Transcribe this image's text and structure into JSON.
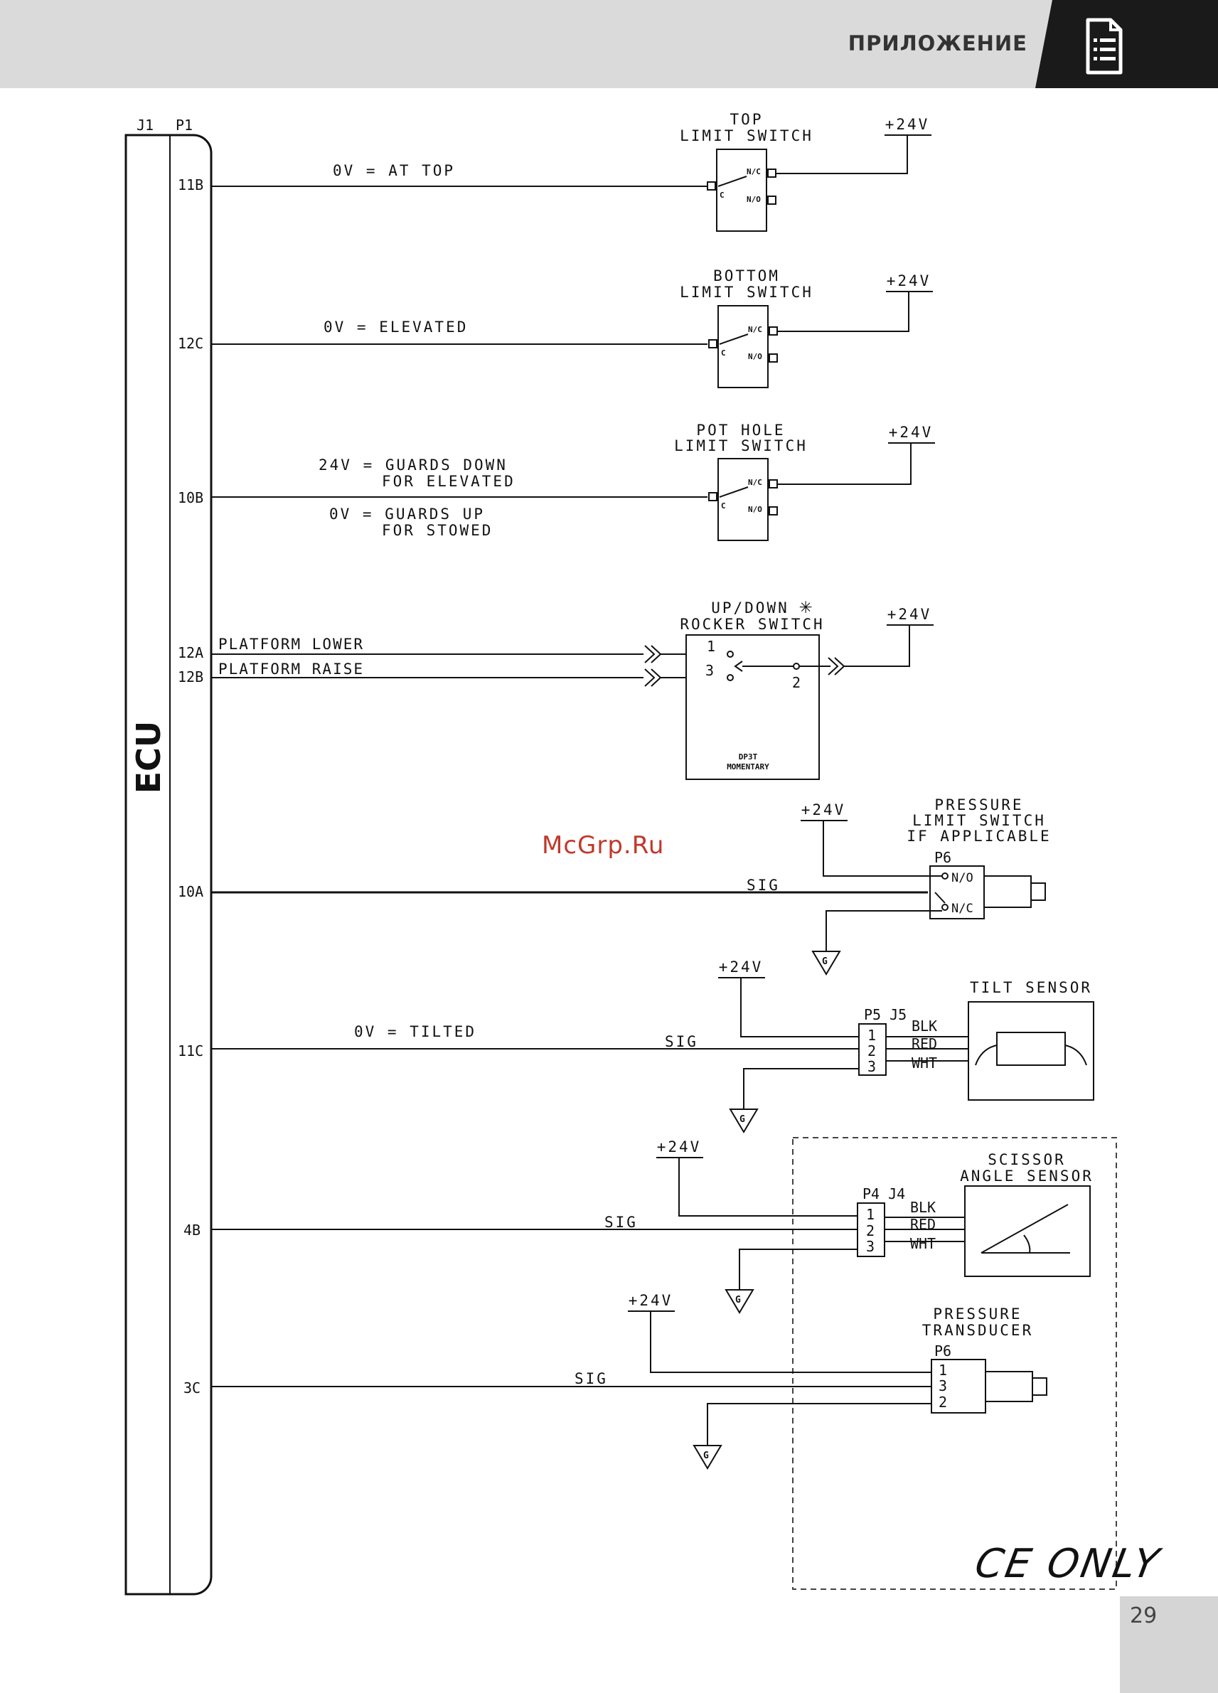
{
  "header": {
    "title": "ПРИЛОЖЕНИЕ",
    "icon": "document-list-icon"
  },
  "page_number": "29",
  "watermark": "McGrp.Ru",
  "connectors": {
    "j1": "J1",
    "p1": "P1"
  },
  "ecu_label": "ECU",
  "supply": "+24V",
  "ground": "G",
  "sig": "SIG",
  "pins": {
    "p11b": "11B",
    "p12c": "12C",
    "p10b": "10B",
    "p12a": "12A",
    "p12b": "12B",
    "p10a": "10A",
    "p11c": "11C",
    "p4b": "4B",
    "p3c": "3C"
  },
  "wire_labels": {
    "at_top": "0V = AT TOP",
    "elevated": "0V = ELEVATED",
    "guards_down_1": "24V = GUARDS DOWN",
    "guards_down_2": "FOR ELEVATED",
    "guards_up_1": "0V = GUARDS UP",
    "guards_up_2": "FOR STOWED",
    "platform_lower": "PLATFORM LOWER",
    "platform_raise": "PLATFORM RAISE",
    "tilted": "0V = TILTED"
  },
  "switch_contacts": {
    "nc": "N/C",
    "no": "N/O",
    "c": "C"
  },
  "components": {
    "top_switch": [
      "TOP",
      "LIMIT SWITCH"
    ],
    "bottom_switch": [
      "BOTTOM",
      "LIMIT SWITCH"
    ],
    "pothole_switch": [
      "POT HOLE",
      "LIMIT SWITCH"
    ],
    "rocker_switch": [
      "UP/DOWN",
      "ROCKER SWITCH"
    ],
    "rocker_note": [
      "DP3T",
      "MOMENTARY"
    ],
    "rocker_terminals": [
      "1",
      "3",
      "2"
    ],
    "pressure_switch": [
      "PRESSURE",
      "LIMIT SWITCH",
      "IF APPLICABLE"
    ],
    "pressure_switch_connector": "P6",
    "tilt_sensor": "TILT SENSOR",
    "tilt_connector": "P5 J5",
    "scissor_sensor": [
      "SCISSOR",
      "ANGLE SENSOR"
    ],
    "scissor_connector": "P4 J4",
    "transducer": [
      "PRESSURE",
      "TRANSDUCER"
    ],
    "transducer_connector": "P6"
  },
  "wire_colors": [
    "BLK",
    "RED",
    "WHT"
  ],
  "connector_pins_123": [
    "1",
    "2",
    "3"
  ],
  "connector_pins_132": [
    "1",
    "3",
    "2"
  ],
  "ce_only": "CE ONLY"
}
